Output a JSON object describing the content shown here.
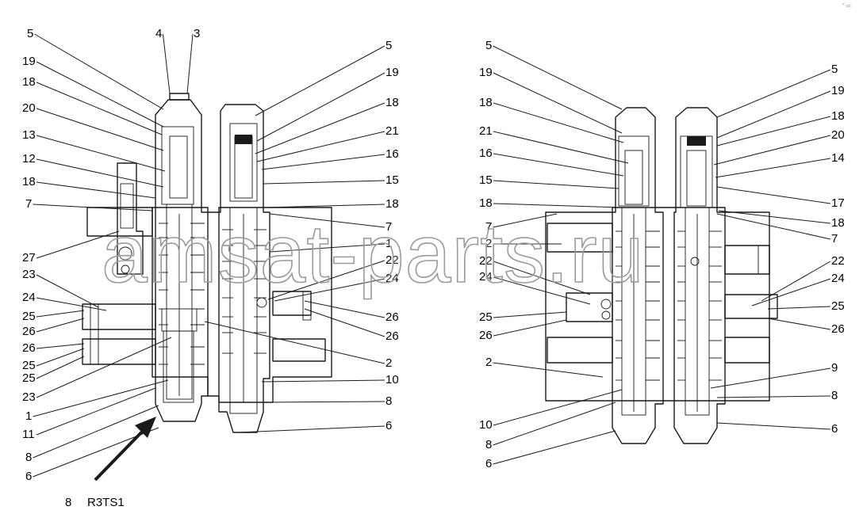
{
  "watermark": "amsat-parts.ru",
  "corner_mark": "“ ═",
  "caption": {
    "view_no": "8",
    "code": "R3TS1"
  },
  "left_view": {
    "callouts": [
      "5",
      "4",
      "3",
      "5",
      "19",
      "19",
      "18",
      "18",
      "20",
      "21",
      "13",
      "16",
      "12",
      "15",
      "18",
      "18",
      "7",
      "7",
      "1",
      "27",
      "22",
      "23",
      "24",
      "24",
      "26",
      "25",
      "26",
      "26",
      "26",
      "25",
      "25",
      "2",
      "23",
      "10",
      "1",
      "8",
      "11",
      "6",
      "8",
      "6"
    ]
  },
  "right_view": {
    "callouts": [
      "5",
      "5",
      "19",
      "19",
      "18",
      "18",
      "21",
      "20",
      "16",
      "14",
      "15",
      "17",
      "18",
      "18",
      "7",
      "7",
      "2",
      "22",
      "22",
      "24",
      "24",
      "25",
      "25",
      "26",
      "26",
      "2",
      "9",
      "10",
      "8",
      "8",
      "6",
      "6"
    ]
  }
}
